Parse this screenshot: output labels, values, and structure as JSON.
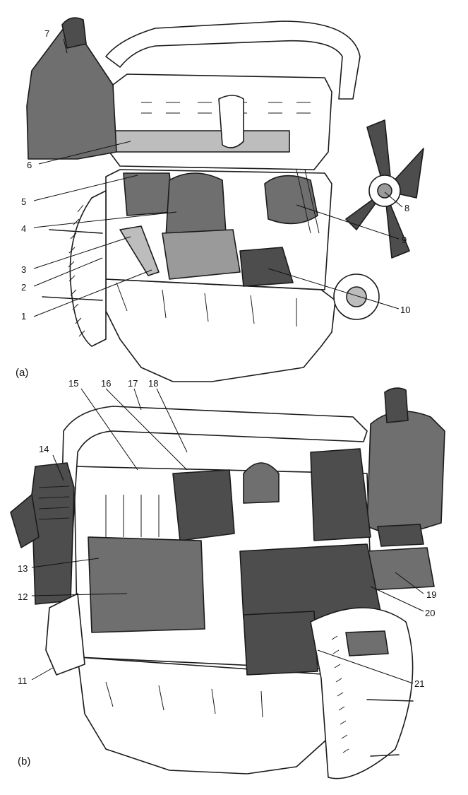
{
  "figure": {
    "panel_a_label": "(a)",
    "panel_b_label": "(b)"
  },
  "callouts_a": [
    "1",
    "2",
    "3",
    "4",
    "5",
    "6",
    "7",
    "8",
    "9",
    "10"
  ],
  "callouts_b": [
    "11",
    "12",
    "13",
    "14",
    "15",
    "16",
    "17",
    "18",
    "19",
    "20",
    "21"
  ],
  "colors": {
    "ink": "#1a1a1a",
    "shade_light": "#bdbdbd",
    "shade_mid": "#9a9a9a",
    "shade_dark": "#4d4d4d",
    "paper": "#ffffff"
  }
}
